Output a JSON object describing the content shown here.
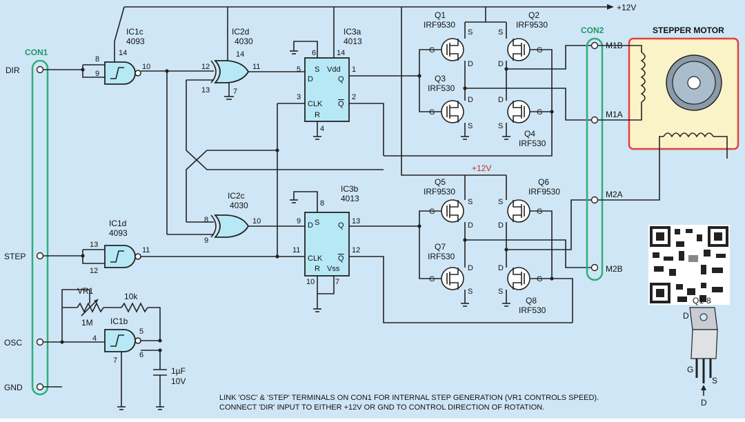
{
  "supply": {
    "rail_top": "+12V",
    "rail_mid": "+12V"
  },
  "con1": {
    "label": "CON1",
    "terminals": [
      "DIR",
      "STEP",
      "OSC",
      "GND"
    ]
  },
  "con2": {
    "label": "CON2",
    "terminals": [
      "M1B",
      "M1A",
      "M2A",
      "M2B"
    ]
  },
  "gates": [
    {
      "name": "IC1c",
      "part": "4093",
      "pins": [
        "8",
        "9",
        "10",
        "14"
      ]
    },
    {
      "name": "IC1d",
      "part": "4093",
      "pins": [
        "13",
        "12",
        "11"
      ]
    },
    {
      "name": "IC1b",
      "part": "",
      "pins": [
        "4",
        "5",
        "6",
        "7"
      ]
    },
    {
      "name": "IC2d",
      "part": "4030",
      "pins": [
        "12",
        "13",
        "11",
        "14",
        "7"
      ]
    },
    {
      "name": "IC2c",
      "part": "4030",
      "pins": [
        "8",
        "9",
        "10"
      ]
    }
  ],
  "flipflops": [
    {
      "name": "IC3a",
      "part": "4013",
      "labels": [
        "S",
        "Vdd",
        "D",
        "Q",
        "CLK",
        "Q",
        "R"
      ],
      "pins": [
        "6",
        "14",
        "5",
        "1",
        "3",
        "2",
        "4"
      ]
    },
    {
      "name": "IC3b",
      "part": "4013",
      "labels": [
        "S",
        "D",
        "Q",
        "CLK",
        "Q",
        "R",
        "Vss"
      ],
      "pins": [
        "8",
        "9",
        "13",
        "11",
        "12",
        "10",
        "7"
      ]
    }
  ],
  "transistors": [
    {
      "name": "Q1",
      "part": "IRF9530"
    },
    {
      "name": "Q2",
      "part": "IRF9530"
    },
    {
      "name": "Q3",
      "part": "IRF530"
    },
    {
      "name": "Q4",
      "part": "IRF530"
    },
    {
      "name": "Q5",
      "part": "IRF9530"
    },
    {
      "name": "Q6",
      "part": "IRF9530"
    },
    {
      "name": "Q7",
      "part": "IRF530"
    },
    {
      "name": "Q8",
      "part": "IRF530"
    }
  ],
  "pin_letters": {
    "g": "G",
    "s": "S",
    "d": "D"
  },
  "components": {
    "vr1": "VR1",
    "vr1_value": "1M",
    "r1_value": "10k",
    "cap_value": "1µF",
    "cap_voltage": "10V"
  },
  "motor": {
    "label": "STEPPER MOTOR"
  },
  "package": {
    "label": "Q1-8",
    "pins": [
      "D",
      "G",
      "S",
      "D"
    ]
  },
  "notes": [
    "LINK 'OSC' & 'STEP' TERMINALS ON CON1 FOR INTERNAL STEP GENERATION (VR1 CONTROLS SPEED).",
    "CONNECT 'DIR' INPUT TO EITHER +12V OR GND TO CONTROL DIRECTION OF ROTATION."
  ],
  "colors": {
    "background": "#cfe6f6",
    "ic_fill": "#b7e8f5",
    "connector": "#2fae7a",
    "motor_border": "#e04040",
    "motor_fill": "#fbf3c8"
  },
  "icons": [
    "schmitt-nand-icon",
    "xor-gate-icon",
    "mosfet-icon",
    "stepper-motor-icon",
    "qr-code-icon",
    "to220-package-icon"
  ]
}
